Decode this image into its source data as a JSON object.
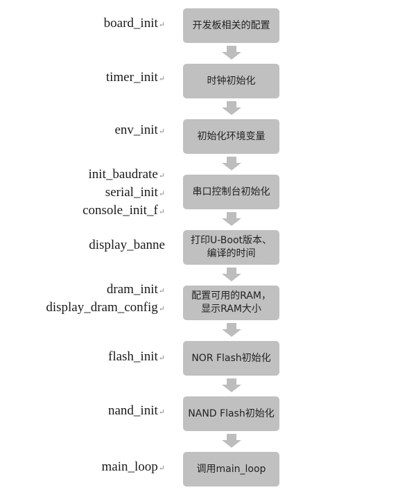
{
  "steps": [
    {
      "functions": [
        "board_init"
      ],
      "description": "开发板相关的配置"
    },
    {
      "functions": [
        "timer_init"
      ],
      "description": "时钟初始化"
    },
    {
      "functions": [
        "env_init"
      ],
      "description": "初始化环境变量"
    },
    {
      "functions": [
        "init_baudrate",
        "serial_init",
        "console_init_f"
      ],
      "description": "串口控制台初始化"
    },
    {
      "functions": [
        "display_banne"
      ],
      "description": "打印U-Boot版本、编译的时间"
    },
    {
      "functions": [
        "dram_init",
        "display_dram_config"
      ],
      "description": "配置可用的RAM，显示RAM大小"
    },
    {
      "functions": [
        "flash_init"
      ],
      "description": "NOR Flash初始化"
    },
    {
      "functions": [
        "nand_init"
      ],
      "description": "NAND Flash初始化"
    },
    {
      "functions": [
        "main_loop"
      ],
      "description": "调用main_loop"
    }
  ],
  "colors": {
    "box": "#c0c0c0",
    "arrow": "#bdbdbd",
    "text": "#222222"
  },
  "return_mark": "↵"
}
